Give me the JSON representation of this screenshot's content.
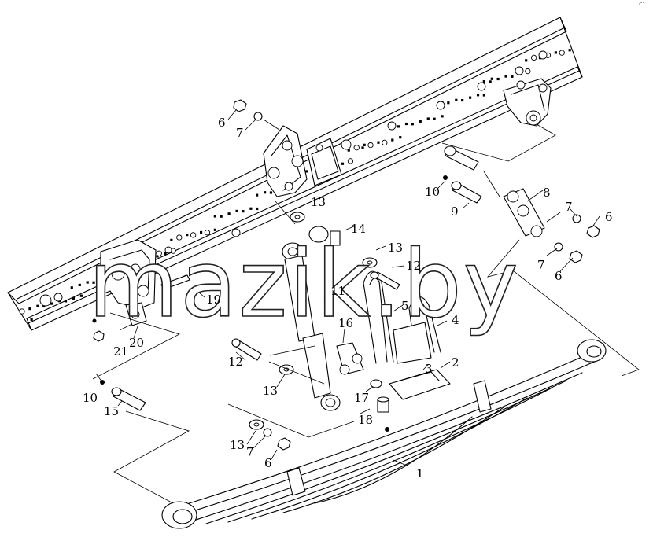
{
  "watermark": "mazik.by",
  "corner_mark": "ʳ˜˜",
  "callouts": [
    {
      "text": "1"
    },
    {
      "text": "2"
    },
    {
      "text": "3"
    },
    {
      "text": "4"
    },
    {
      "text": "5"
    },
    {
      "text": "6"
    },
    {
      "text": "6"
    },
    {
      "text": "6"
    },
    {
      "text": "6"
    },
    {
      "text": "7"
    },
    {
      "text": "7"
    },
    {
      "text": "7"
    },
    {
      "text": "7"
    },
    {
      "text": "8"
    },
    {
      "text": "9"
    },
    {
      "text": "10"
    },
    {
      "text": "10"
    },
    {
      "text": "11"
    },
    {
      "text": "12"
    },
    {
      "text": "12"
    },
    {
      "text": "13"
    },
    {
      "text": "13"
    },
    {
      "text": "13"
    },
    {
      "text": "13"
    },
    {
      "text": "14"
    },
    {
      "text": "15"
    },
    {
      "text": "16"
    },
    {
      "text": "17"
    },
    {
      "text": "18"
    },
    {
      "text": "19"
    },
    {
      "text": "20"
    },
    {
      "text": "21"
    }
  ]
}
